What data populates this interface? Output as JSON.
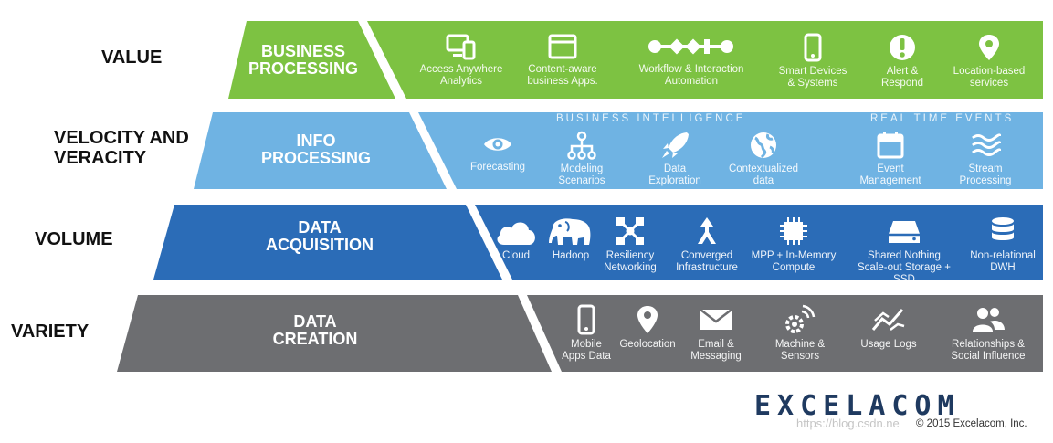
{
  "colors": {
    "value": "#7dc242",
    "info": "#6fb3e3",
    "acquisition": "#2b6cb7",
    "creation": "#6d6e71",
    "brand": "#1f3a60"
  },
  "side_labels": [
    "VALUE",
    "VELOCITY AND\nVERACITY",
    "VOLUME",
    "VARIETY"
  ],
  "layers": [
    {
      "title": "BUSINESS\nPROCESSING",
      "items": [
        {
          "icon": "devices-icon",
          "label": "Access Anywhere\nAnalytics"
        },
        {
          "icon": "browser-window-icon",
          "label": "Content-aware\nbusiness Apps."
        },
        {
          "icon": "workflow-icon",
          "label": "Workflow & Interaction\nAutomation"
        },
        {
          "icon": "smartphone-icon",
          "label": "Smart Devices\n& Systems"
        },
        {
          "icon": "alert-icon",
          "label": "Alert &\nRespond"
        },
        {
          "icon": "location-pin-icon",
          "label": "Location-based\nservices"
        }
      ]
    },
    {
      "title": "INFO\nPROCESSING",
      "groups": [
        "BUSINESS INTELLIGENCE",
        "REAL TIME EVENTS"
      ],
      "items": [
        {
          "icon": "eye-icon",
          "label": "Forecasting"
        },
        {
          "icon": "hierarchy-icon",
          "label": "Modeling\nScenarios"
        },
        {
          "icon": "rocket-icon",
          "label": "Data\nExploration"
        },
        {
          "icon": "globe-icon",
          "label": "Contextualized\ndata"
        },
        {
          "icon": "calendar-icon",
          "label": "Event\nManagement"
        },
        {
          "icon": "waves-icon",
          "label": "Stream\nProcessing"
        }
      ]
    },
    {
      "title": "DATA\nACQUISITION",
      "items": [
        {
          "icon": "cloud-icon",
          "label": "Cloud"
        },
        {
          "icon": "elephant-icon",
          "label": "Hadoop"
        },
        {
          "icon": "network-icon",
          "label": "Resiliency\nNetworking"
        },
        {
          "icon": "converge-arrow-icon",
          "label": "Converged\nInfrastructure"
        },
        {
          "icon": "chip-icon",
          "label": "MPP + In-Memory\nCompute"
        },
        {
          "icon": "drive-icon",
          "label": "Shared Nothing\nScale-out Storage + SSD"
        },
        {
          "icon": "database-icon",
          "label": "Non-relational\nDWH"
        }
      ]
    },
    {
      "title": "DATA\nCREATION",
      "items": [
        {
          "icon": "mobile-phone-icon",
          "label": "Mobile\nApps Data"
        },
        {
          "icon": "geolocation-pin-icon",
          "label": "Geolocation"
        },
        {
          "icon": "envelope-icon",
          "label": "Email &\nMessaging"
        },
        {
          "icon": "sensor-gear-icon",
          "label": "Machine &\nSensors"
        },
        {
          "icon": "line-chart-icon",
          "label": "Usage Logs"
        },
        {
          "icon": "people-icon",
          "label": "Relationships &\nSocial Influence"
        }
      ]
    }
  ],
  "footer": {
    "brand": "EXCELACOM",
    "copyright": "© 2015 Excelacom, Inc.",
    "watermark": "https://blog.csdn.ne"
  }
}
